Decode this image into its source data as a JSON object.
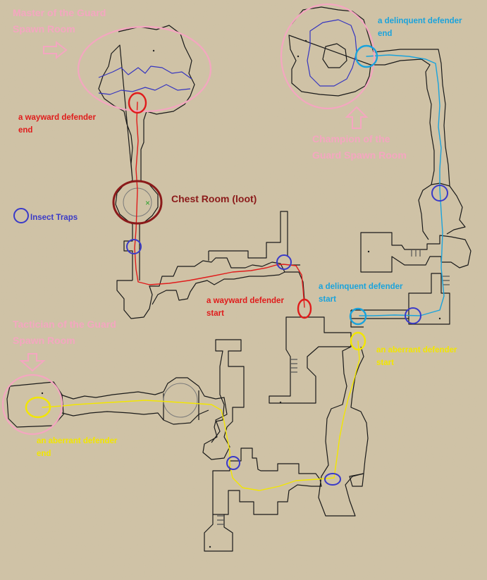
{
  "labels": {
    "master_spawn_1": "Master of the Guard",
    "master_spawn_2": "Spawn Room",
    "champion_spawn_1": "Champion of the",
    "champion_spawn_2": "Guard Spawn Room",
    "tactician_spawn_1": "Tactician of the Guard",
    "tactician_spawn_2": "Spawn Room",
    "chest_room": "Chest Room (loot)",
    "insect_traps": "Insect Traps",
    "wayward_end_1": "a wayward defender",
    "wayward_end_2": "end",
    "wayward_start_1": "a wayward defender",
    "wayward_start_2": "start",
    "delinquent_end_1": "a delinquent defender",
    "delinquent_end_2": "end",
    "delinquent_start_1": "a delinquent defender",
    "delinquent_start_2": "start",
    "aberrant_start_1": "an aberrant defender",
    "aberrant_start_2": "start",
    "aberrant_end_1": "an aberrant defender",
    "aberrant_end_2": "end"
  },
  "colors": {
    "background": "#d0c3a6",
    "spawn_room_pink": "#f4a6c0",
    "wayward_red": "#e01b1b",
    "chest_darkred": "#8b1a1a",
    "delinquent_blue": "#1aa3dc",
    "aberrant_yellow": "#f2e600",
    "trap_blue": "#3a3ac8",
    "wall": "#1a1a1a"
  }
}
